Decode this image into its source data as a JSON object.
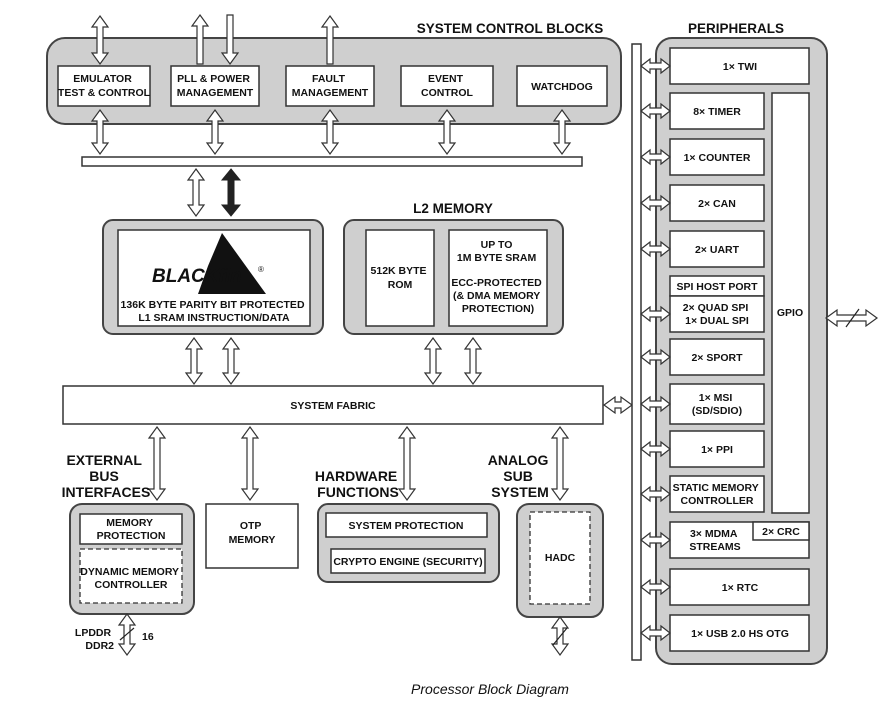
{
  "headers": {
    "system_control": "SYSTEM CONTROL BLOCKS",
    "peripherals": "PERIPHERALS",
    "l2_memory": "L2 MEMORY",
    "external_bus": [
      "EXTERNAL",
      "BUS",
      "INTERFACES"
    ],
    "hardware_functions": [
      "HARDWARE",
      "FUNCTIONS"
    ],
    "analog_sub_system": [
      "ANALOG",
      "SUB",
      "SYSTEM"
    ]
  },
  "system_control_blocks": [
    [
      "EMULATOR",
      "TEST & CONTROL"
    ],
    [
      "PLL & POWER",
      "MANAGEMENT"
    ],
    [
      "FAULT",
      "MANAGEMENT"
    ],
    [
      "EVENT",
      "CONTROL"
    ],
    [
      "WATCHDOG"
    ]
  ],
  "core": {
    "logo_text": "BLACKfin",
    "logo_mark": "®",
    "description": [
      "136K BYTE PARITY BIT PROTECTED",
      "L1 SRAM INSTRUCTION/DATA"
    ]
  },
  "l2": {
    "rom": [
      "512K BYTE",
      "ROM"
    ],
    "sram": [
      "UP TO",
      "1M BYTE SRAM",
      "",
      "ECC-PROTECTED",
      "(& DMA MEMORY",
      "PROTECTION)"
    ]
  },
  "system_fabric": "SYSTEM FABRIC",
  "external_bus": {
    "memory_protection": [
      "MEMORY",
      "PROTECTION"
    ],
    "dmc": [
      "DYNAMIC MEMORY",
      "CONTROLLER"
    ],
    "pin_label": [
      "LPDDR",
      "DDR2"
    ],
    "bus_width": "16"
  },
  "otp_memory": [
    "OTP",
    "MEMORY"
  ],
  "hardware_functions": {
    "system_protection": "SYSTEM PROTECTION",
    "crypto_engine": "CRYPTO ENGINE (SECURITY)"
  },
  "hadc": "HADC",
  "peripherals": {
    "twi": [
      "1× TWI"
    ],
    "timer": [
      "8× TIMER"
    ],
    "counter": [
      "1× COUNTER"
    ],
    "can": [
      "2× CAN"
    ],
    "uart": [
      "2× UART"
    ],
    "spi_host": [
      "SPI HOST PORT"
    ],
    "spi": [
      "2× QUAD SPI",
      "1× DUAL SPI"
    ],
    "sport": [
      "2× SPORT"
    ],
    "msi": [
      "1× MSI",
      "(SD/SDIO)"
    ],
    "ppi": [
      "1× PPI"
    ],
    "smc": [
      "STATIC MEMORY",
      "CONTROLLER"
    ],
    "mdma": [
      "3× MDMA",
      "STREAMS"
    ],
    "crc": [
      "2× CRC"
    ],
    "rtc": [
      "1× RTC"
    ],
    "usb": [
      "1× USB 2.0 HS OTG"
    ],
    "gpio": [
      "GPIO"
    ]
  },
  "caption": "Processor Block Diagram"
}
